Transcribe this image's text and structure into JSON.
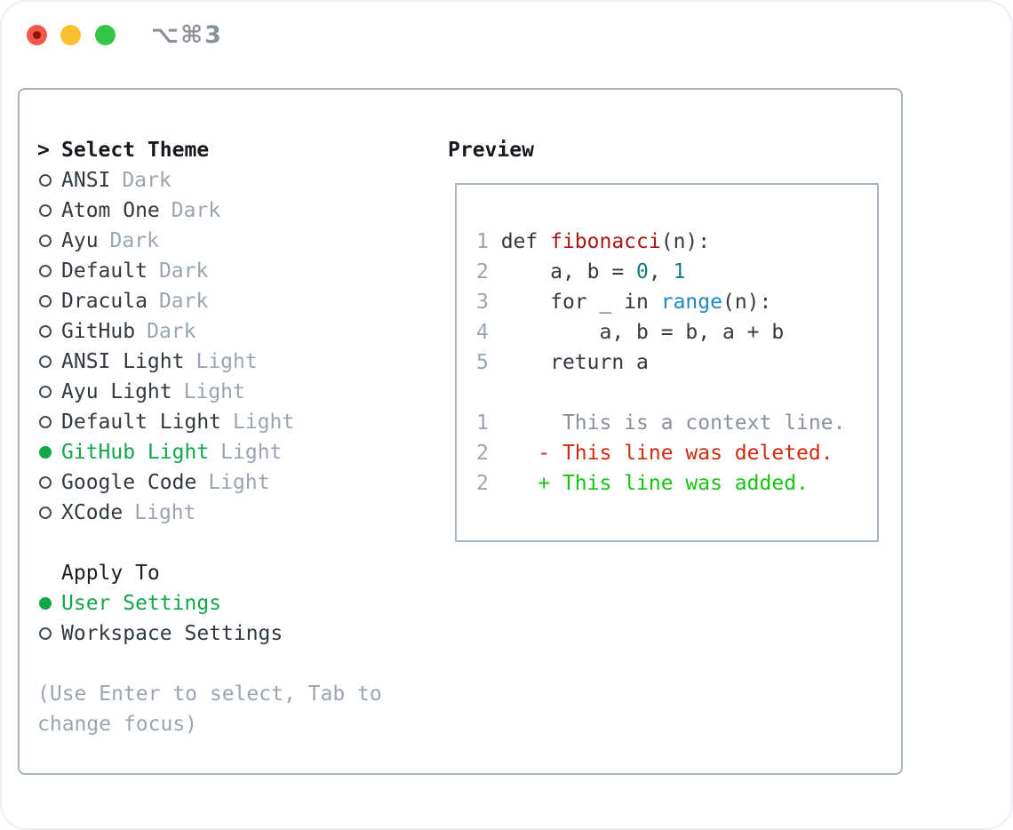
{
  "window": {
    "title": "⌥⌘3",
    "controls": [
      {
        "name": "close",
        "has_inner_dot": true
      },
      {
        "name": "minimize",
        "has_inner_dot": false
      },
      {
        "name": "zoom",
        "has_inner_dot": false
      }
    ]
  },
  "icons": {
    "radio_unselected": "○",
    "radio_selected": "●"
  },
  "picker": {
    "prompt": ">",
    "title": "Select Theme",
    "themes": [
      {
        "name": "ANSI",
        "variant": "Dark",
        "selected": false
      },
      {
        "name": "Atom One",
        "variant": "Dark",
        "selected": false
      },
      {
        "name": "Ayu",
        "variant": "Dark",
        "selected": false
      },
      {
        "name": "Default",
        "variant": "Dark",
        "selected": false
      },
      {
        "name": "Dracula",
        "variant": "Dark",
        "selected": false
      },
      {
        "name": "GitHub",
        "variant": "Dark",
        "selected": false
      },
      {
        "name": "ANSI Light",
        "variant": "Light",
        "selected": false
      },
      {
        "name": "Ayu Light",
        "variant": "Light",
        "selected": false
      },
      {
        "name": "Default Light",
        "variant": "Light",
        "selected": false
      },
      {
        "name": "GitHub Light",
        "variant": "Light",
        "selected": true
      },
      {
        "name": "Google Code",
        "variant": "Light",
        "selected": false
      },
      {
        "name": "XCode",
        "variant": "Light",
        "selected": false
      }
    ],
    "apply_to": {
      "label": "Apply To",
      "options": [
        {
          "label": "User Settings",
          "selected": true
        },
        {
          "label": "Workspace Settings",
          "selected": false
        }
      ]
    },
    "hint_lines": [
      "(Use Enter to select, Tab to",
      "change focus)"
    ]
  },
  "preview": {
    "label": "Preview",
    "lines": [
      {
        "segments": [
          {
            "t": "1 ",
            "c": "linenum"
          },
          {
            "t": "def ",
            "c": "code"
          },
          {
            "t": "fibonacci",
            "c": "function"
          },
          {
            "t": "(n):",
            "c": "code"
          }
        ]
      },
      {
        "segments": [
          {
            "t": "2 ",
            "c": "linenum"
          },
          {
            "t": "    a, b = ",
            "c": "code"
          },
          {
            "t": "0",
            "c": "number"
          },
          {
            "t": ", ",
            "c": "code"
          },
          {
            "t": "1",
            "c": "number"
          }
        ]
      },
      {
        "segments": [
          {
            "t": "3 ",
            "c": "linenum"
          },
          {
            "t": "    for _ in ",
            "c": "code"
          },
          {
            "t": "range",
            "c": "builtin"
          },
          {
            "t": "(n):",
            "c": "code"
          }
        ]
      },
      {
        "segments": [
          {
            "t": "4 ",
            "c": "linenum"
          },
          {
            "t": "        a, b = b, a + b",
            "c": "code"
          }
        ]
      },
      {
        "segments": [
          {
            "t": "5 ",
            "c": "linenum"
          },
          {
            "t": "    return a",
            "c": "code"
          }
        ]
      },
      {
        "segments": []
      },
      {
        "segments": [
          {
            "t": "1 ",
            "c": "linenum"
          },
          {
            "t": "     This is a context line.",
            "c": "context"
          }
        ]
      },
      {
        "segments": [
          {
            "t": "2 ",
            "c": "linenum"
          },
          {
            "t": "   - This line was deleted.",
            "c": "deleted"
          }
        ]
      },
      {
        "segments": [
          {
            "t": "2 ",
            "c": "linenum"
          },
          {
            "t": "   + This line was added.",
            "c": "added"
          }
        ]
      }
    ]
  },
  "colors": {
    "selection_green": "#12a74a",
    "panel_border": "#a9b3bd",
    "muted_gray": "#9aa5b1",
    "text_dark": "#33393f",
    "heading_black": "#17191d",
    "title_gray": "#8b9198",
    "traffic_red": "#f4564b",
    "traffic_red_dot": "#8c150c",
    "traffic_yellow": "#fbc02d",
    "traffic_green": "#32c546",
    "tokens": {
      "linenum": "#9aa5b1",
      "code": "#33393f",
      "function": "#a61915",
      "builtin": "#1d87c4",
      "number": "#0f7e7e",
      "context": "#8a919a",
      "deleted": "#cd2b0e",
      "added": "#16c212"
    }
  }
}
